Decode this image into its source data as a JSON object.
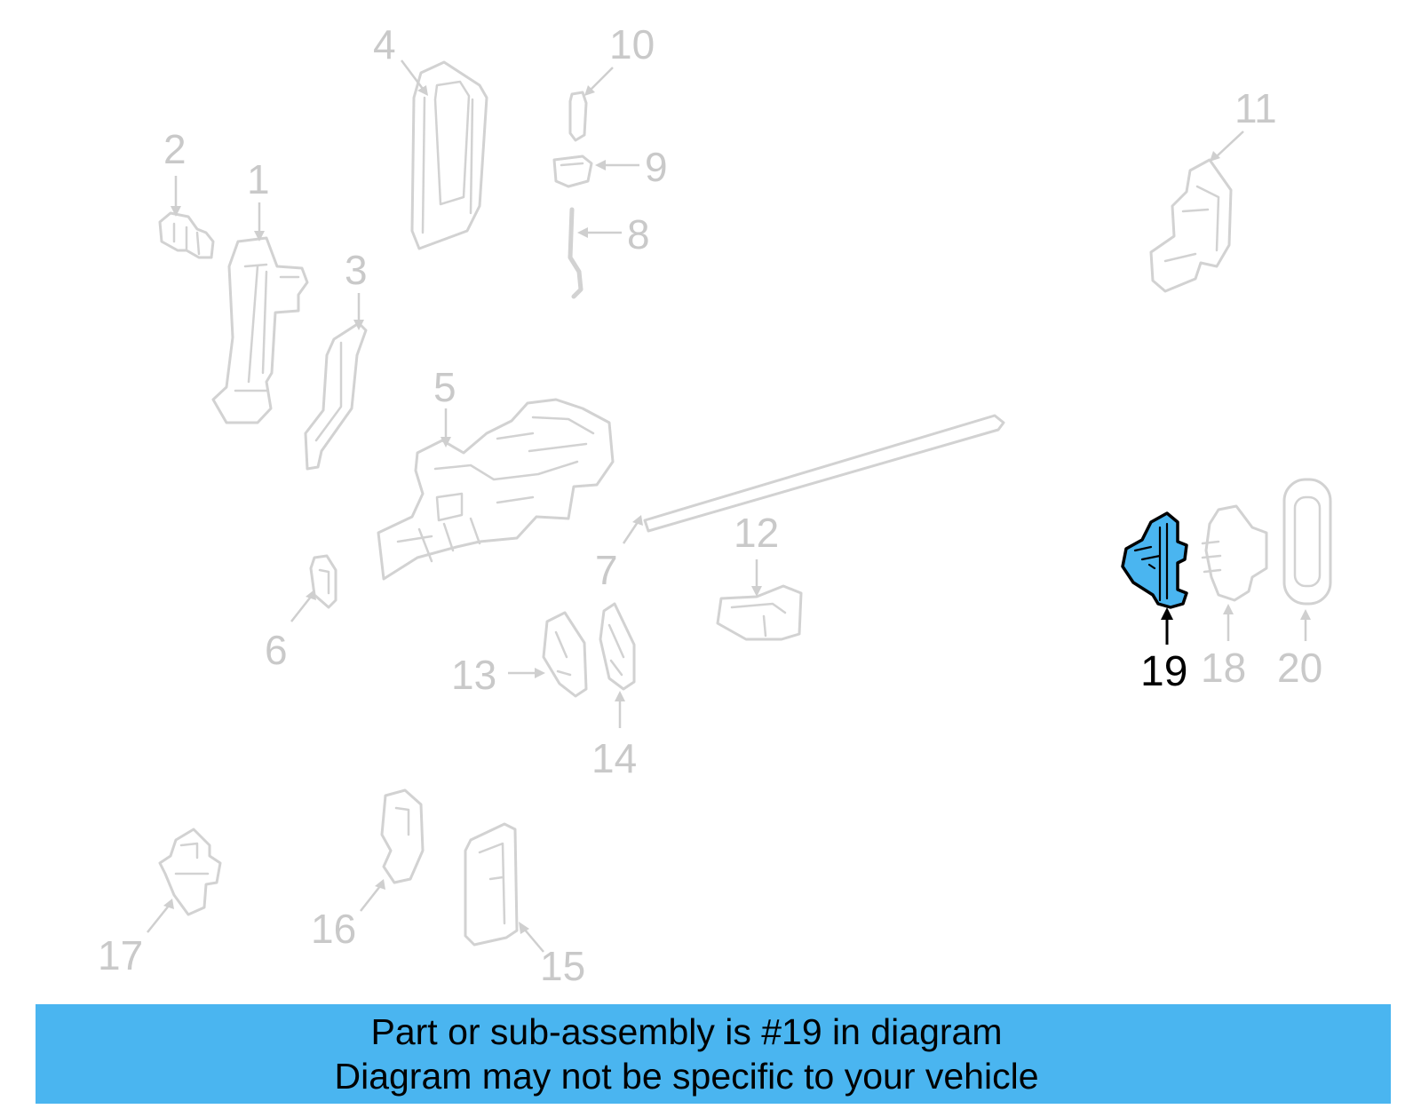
{
  "diagram": {
    "highlighted_part": "19",
    "accent_color": "#4ab5f0",
    "callouts": [
      {
        "id": "c1",
        "label": "1"
      },
      {
        "id": "c2",
        "label": "2"
      },
      {
        "id": "c3",
        "label": "3"
      },
      {
        "id": "c4",
        "label": "4"
      },
      {
        "id": "c5",
        "label": "5"
      },
      {
        "id": "c6",
        "label": "6"
      },
      {
        "id": "c7",
        "label": "7"
      },
      {
        "id": "c8",
        "label": "8"
      },
      {
        "id": "c9",
        "label": "9"
      },
      {
        "id": "c10",
        "label": "10"
      },
      {
        "id": "c11",
        "label": "11"
      },
      {
        "id": "c12",
        "label": "12"
      },
      {
        "id": "c13",
        "label": "13"
      },
      {
        "id": "c14",
        "label": "14"
      },
      {
        "id": "c15",
        "label": "15"
      },
      {
        "id": "c16",
        "label": "16"
      },
      {
        "id": "c17",
        "label": "17"
      },
      {
        "id": "c18",
        "label": "18"
      },
      {
        "id": "c19",
        "label": "19"
      },
      {
        "id": "c20",
        "label": "20"
      }
    ]
  },
  "banner": {
    "line1": "Part or sub-assembly is #19 in diagram",
    "line2": "Diagram may not be specific to your vehicle"
  }
}
